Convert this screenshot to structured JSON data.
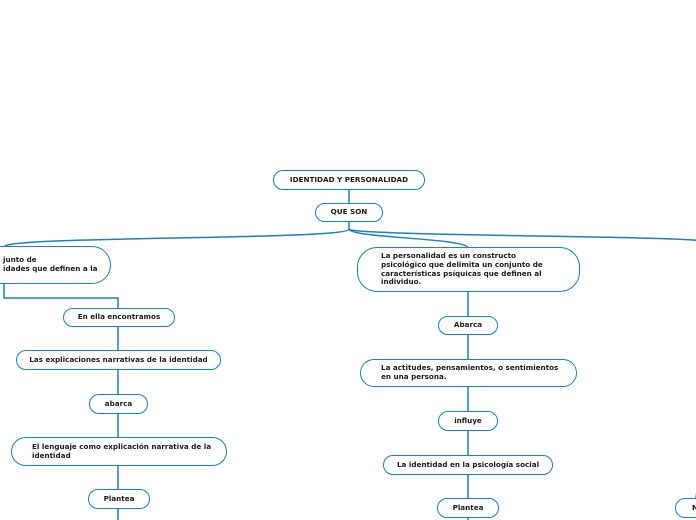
{
  "diagram": {
    "root": "IDENTIDAD Y PERSONALIDAD",
    "level1": "QUE SON",
    "left_branch": {
      "definition": "junto de\nidades que definen a la",
      "link1": "En ella encontramos",
      "node1": "Las explicaciones narrativas de la identidad",
      "link2": "abarca",
      "node2": "El lenguaje como explicación narrativa de la\nidentidad",
      "link3": "Plantea"
    },
    "middle_branch": {
      "definition": "La personalidad es un constructo\npsicológico que delimita un conjunto de\ncaracterísticas psíquicas que definen al\nindividuo.",
      "link1": "Abarca",
      "node1": "La actitudes, pensamientos, o sentimientos\nen una persona.",
      "link2": "influye",
      "node2": "La identidad en la psicología social",
      "link3": "Plantea"
    },
    "right_branch": {
      "partial_node": "M"
    }
  },
  "colors": {
    "line": "#1e7fc3",
    "border": "#1e7fc3",
    "text": "#1a1a1a"
  }
}
